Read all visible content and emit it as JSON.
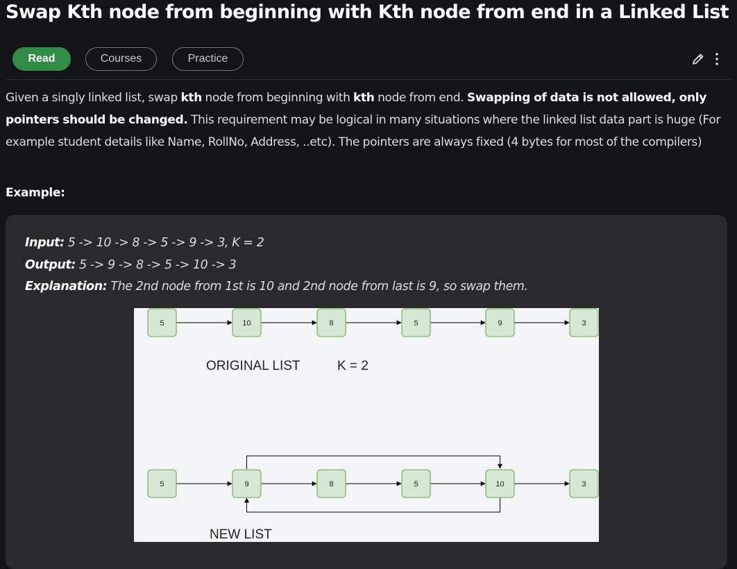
{
  "page": {
    "title": "Swap Kth node from beginning with Kth node from end in a Linked List"
  },
  "tabs": [
    {
      "label": "Read",
      "active": true
    },
    {
      "label": "Courses",
      "active": false
    },
    {
      "label": "Practice",
      "active": false
    }
  ],
  "toolbar": {
    "edit_icon": "pencil-icon",
    "more_icon": "more-vertical-icon"
  },
  "article": {
    "intro": {
      "t1": "Given a singly linked list, swap ",
      "b1": "kth",
      "t2": " node from beginning with ",
      "b2": "kth",
      "t3": " node from end. ",
      "b3": "Swapping of data is not allowed, only pointers should be changed.",
      "t4": " This requirement may be logical in many situations where the linked list data part is huge (For example student details like Name, RollNo, Address, ..etc). The pointers are always fixed (4 bytes for most of the compilers)"
    },
    "example_label": "Example:",
    "example": {
      "input_label": "Input:",
      "input_value": " 5 -> 10 -> 8 -> 5 -> 9 -> 3, K = 2",
      "output_label": "Output:",
      "output_value": " 5 -> 9 -> 8 -> 5 -> 10 -> 3",
      "explanation_label": "Explanation:",
      "explanation_value": " The 2nd node from 1st is 10 and 2nd node from last is 9, so swap them."
    },
    "diagram": {
      "original_label": "ORIGINAL LIST",
      "k_label": "K = 2",
      "new_label": "NEW LIST",
      "original_nodes": [
        "5",
        "10",
        "8",
        "5",
        "9",
        "3"
      ],
      "new_nodes": [
        "5",
        "9",
        "8",
        "5",
        "10",
        "3"
      ]
    }
  },
  "colors": {
    "background": "#131417",
    "accent": "#2f8d46",
    "node_fill": "#d5e8d4",
    "node_stroke": "#82b366"
  }
}
